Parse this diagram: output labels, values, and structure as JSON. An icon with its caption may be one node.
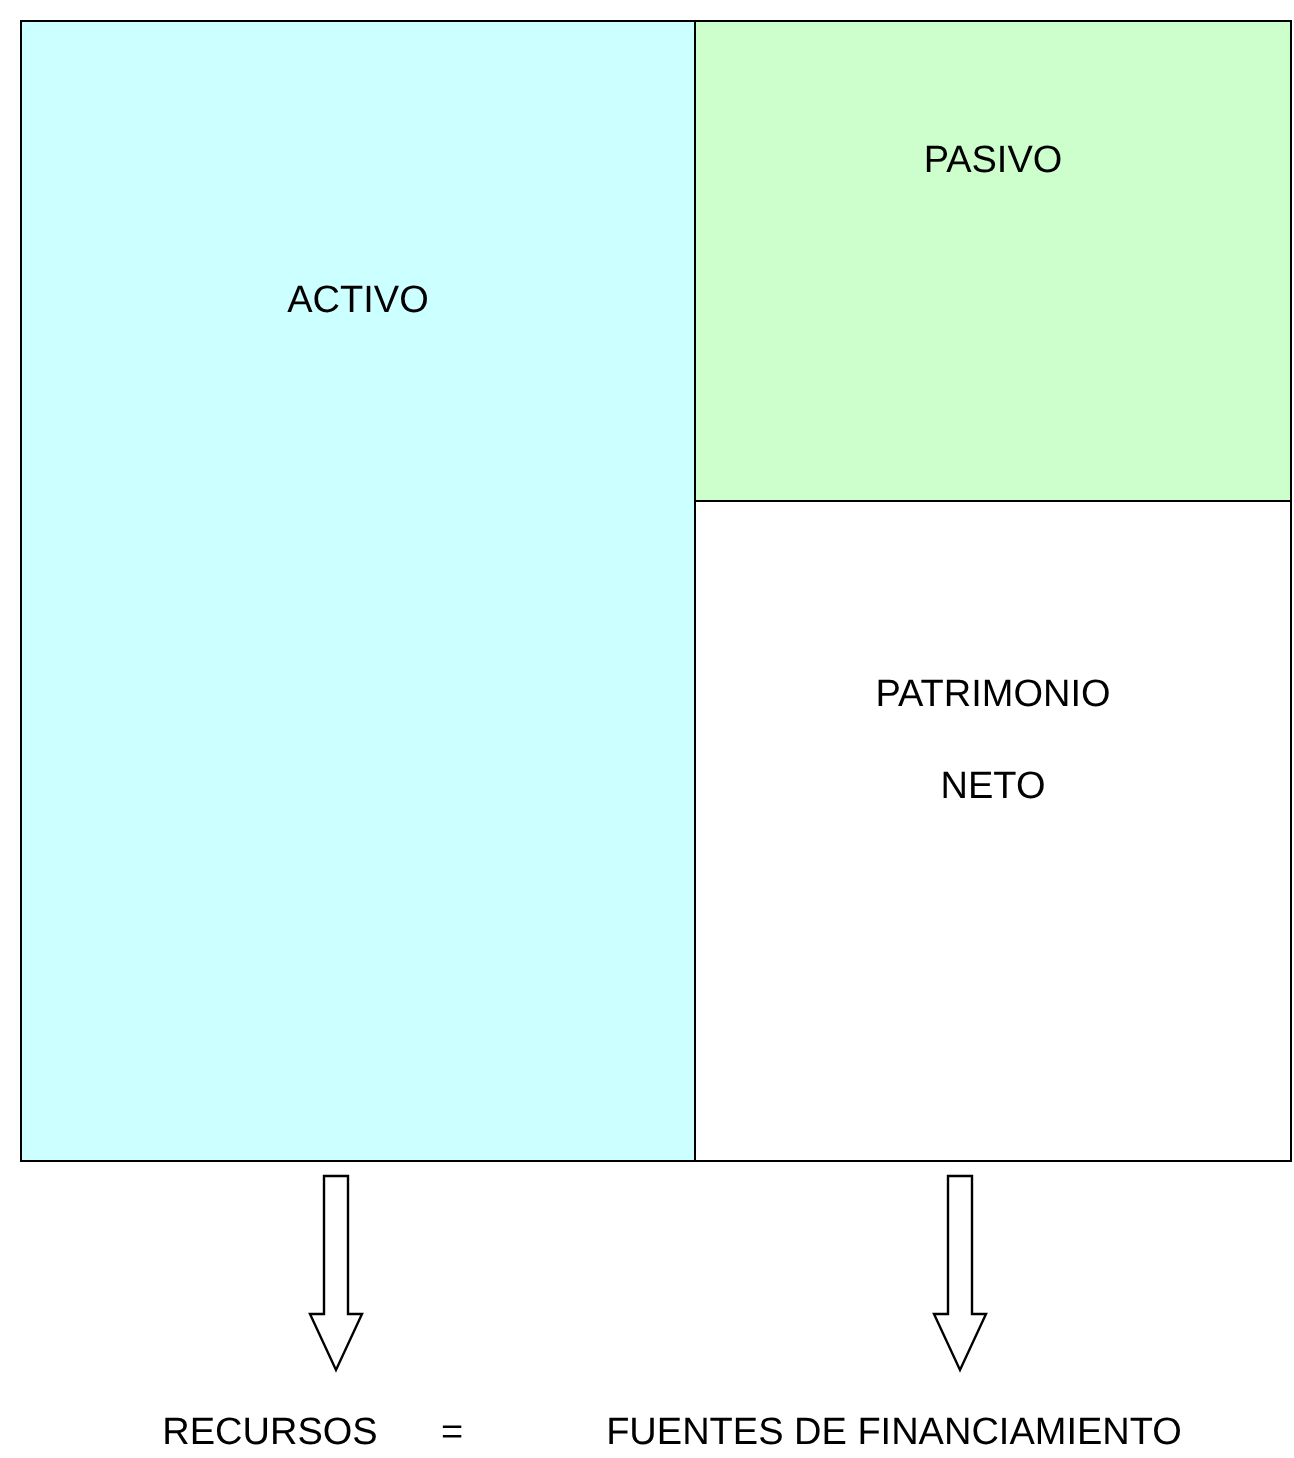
{
  "diagram": {
    "nodes": [
      {
        "text": [
          "ACTIVO"
        ]
      },
      {
        "text": [
          "PASIVO"
        ]
      },
      {
        "text": [
          "PATRIMONIO NETO"
        ]
      },
      {
        "text": [
          "RECURSOS"
        ]
      },
      {
        "text": [
          "FUENTES DE FINANCIAMIENTO"
        ]
      }
    ],
    "edges": [
      {
        "from": 0,
        "to": 3,
        "arrow": "to"
      },
      {
        "from": 2,
        "to": 4,
        "arrow": "to"
      }
    ],
    "labels": [
      "="
    ]
  }
}
